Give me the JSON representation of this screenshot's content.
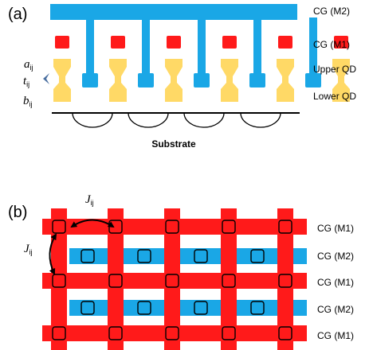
{
  "colors": {
    "gate_m2": "#1aa7e6",
    "gate_m1": "#ff1a1a",
    "quantum_dot": "#ffd966",
    "arrow": "#4a6fa0",
    "outline": "#000000"
  },
  "panel_a": {
    "label": "(a)",
    "right_labels": [
      "CG (M2)",
      "CG (M1)",
      "Upper QD",
      "Lower QD"
    ],
    "symbols": {
      "a": {
        "main": "a",
        "sub": "ij"
      },
      "t": {
        "main": "t",
        "sub": "ij"
      },
      "b": {
        "main": "b",
        "sub": "ij"
      }
    },
    "substrate_label": "Substrate",
    "num_dot_columns": 6,
    "num_m2_fingers": 5
  },
  "panel_b": {
    "label": "(b)",
    "row_labels": [
      "CG (M1)",
      "CG (M2)",
      "CG (M1)",
      "CG (M2)",
      "CG (M1)"
    ],
    "coupling_symbol": {
      "main": "J",
      "sub": "ij"
    },
    "num_vertical_bars": 5
  }
}
